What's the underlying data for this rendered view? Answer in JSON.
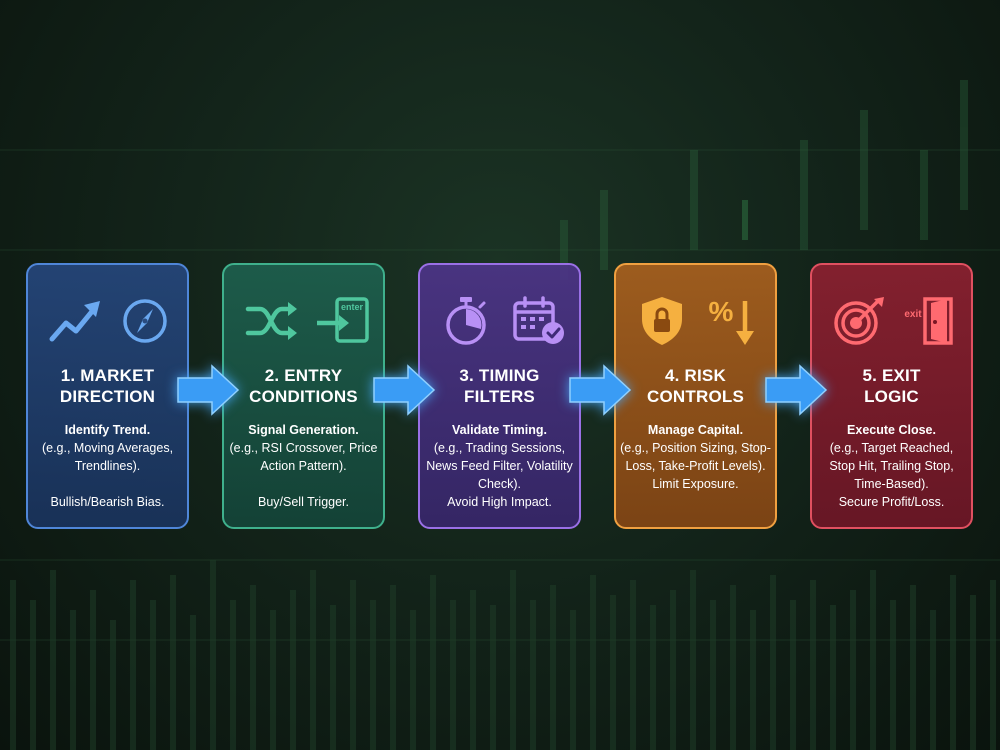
{
  "steps": [
    {
      "title_line1": "1. MARKET",
      "title_line2": "DIRECTION",
      "heading": "Identify Trend.",
      "description": "(e.g., Moving Averages, Trendlines).",
      "footer": "Bullish/Bearish Bias.",
      "icons": [
        "trend-up-icon",
        "compass-icon"
      ],
      "accent": "#4f86d8"
    },
    {
      "title_line1": "2. ENTRY",
      "title_line2": "CONDITIONS",
      "heading": "Signal Generation.",
      "description": "(e.g., RSI Crossover, Price Action Pattern).",
      "footer": "Buy/Sell Trigger.",
      "icons": [
        "shuffle-icon",
        "enter-icon"
      ],
      "icon_label": "enter",
      "accent": "#3fb08c"
    },
    {
      "title_line1": "3. TIMING",
      "title_line2": "FILTERS",
      "heading": "Validate Timing.",
      "description": "(e.g., Trading Sessions, News Feed Filter, Volatility Check).",
      "footer": "Avoid High Impact.",
      "icons": [
        "stopwatch-icon",
        "calendar-check-icon"
      ],
      "accent": "#9a70e6"
    },
    {
      "title_line1": "4. RISK",
      "title_line2": "CONTROLS",
      "heading": "Manage Capital.",
      "description": "(e.g., Position Sizing, Stop-Loss, Take-Profit Levels).",
      "footer": "Limit Exposure.",
      "icons": [
        "shield-lock-icon",
        "percent-down-icon"
      ],
      "icon_label": "%",
      "accent": "#f0a040"
    },
    {
      "title_line1": "5. EXIT",
      "title_line2": "LOGIC",
      "heading": "Execute Close.",
      "description": "(e.g., Target Reached, Stop Hit, Trailing Stop, Time-Based).",
      "footer": "Secure Profit/Loss.",
      "icons": [
        "target-icon",
        "exit-door-icon"
      ],
      "icon_label": "exit",
      "accent": "#e05060"
    }
  ],
  "arrow_color": "#3a9cf5"
}
